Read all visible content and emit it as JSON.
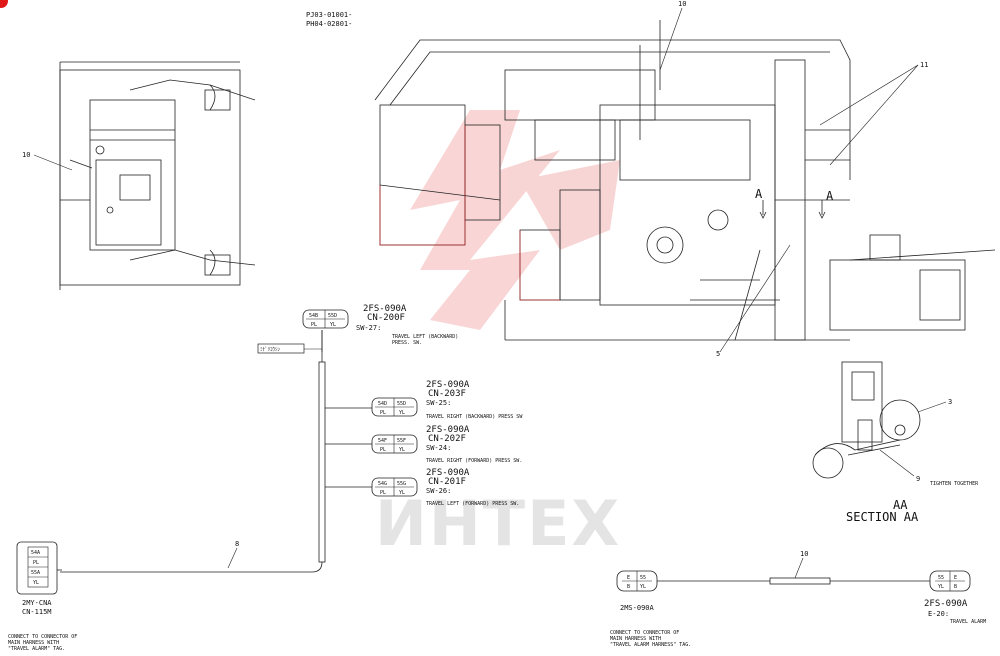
{
  "header": {
    "serial_1": "PJ03-01001-",
    "serial_2": "PH04-02801-"
  },
  "watermark": {
    "text": "ИНТЕХ",
    "color": "#f2a8a8"
  },
  "callouts": {
    "c10_top": "10",
    "c10_left": "10",
    "c11": "11",
    "c5": "5",
    "c3": "3",
    "c9": "9",
    "c8": "8",
    "c10_bottom": "10"
  },
  "section": {
    "arrow_left": "A",
    "arrow_right": "A",
    "note": "TIGHTEN TOGETHER",
    "label_aa": "AA",
    "label_title": "SECTION AA"
  },
  "tag": "ﾐﾅﾞﾘｺｳｼﾝ",
  "switches": [
    {
      "part": "2FS-090A",
      "cn": "CN-200F",
      "sw": "SW-27:",
      "desc_1": "TRAVEL LEFT (BACKWARD)",
      "desc_2": "PRESS. SW.",
      "pins": [
        "54B",
        "55D"
      ],
      "colors": [
        "PL",
        "YL"
      ]
    },
    {
      "part": "2FS-090A",
      "cn": "CN-203F",
      "sw": "SW-25:",
      "desc_1": "TRAVEL RIGHT (BACKWARD) PRESS SW",
      "pins": [
        "54D",
        "55D"
      ],
      "colors": [
        "PL",
        "YL"
      ]
    },
    {
      "part": "2FS-090A",
      "cn": "CN-202F",
      "sw": "SW-24:",
      "desc_1": "TRAVEL RIGHT (FORWARD) PRESS SW.",
      "pins": [
        "54F",
        "55F"
      ],
      "colors": [
        "PL",
        "YL"
      ]
    },
    {
      "part": "2FS-090A",
      "cn": "CN-201F",
      "sw": "SW-26:",
      "desc_1": "TRAVEL LEFT (FORWARD) PRESS SW.",
      "pins": [
        "54G",
        "55G"
      ],
      "colors": [
        "PL",
        "YL"
      ]
    }
  ],
  "main_connector": {
    "pins": [
      "54A",
      "PL",
      "55A",
      "YL"
    ],
    "part": "2MY-CNA",
    "cn": "CN-115M",
    "note_1": "CONNECT TO CONNECTOR OF",
    "note_2": "MAIN HARNESS WITH",
    "note_3": "\"TRAVEL ALARM\" TAG."
  },
  "alarm_harness": {
    "left_pins": [
      "E",
      "55",
      "B",
      "YL"
    ],
    "right_pins": [
      "55",
      "E",
      "YL",
      "B"
    ],
    "left_part": "2MS-090A",
    "right_part": "2FS-090A",
    "right_code": "E-20:",
    "right_desc": "TRAVEL ALARM",
    "note_1": "CONNECT TO CONNECTOR OF",
    "note_2": "MAIN HARNESS WITH",
    "note_3": "\"TRAVEL ALARM HARNESS\" TAG."
  }
}
